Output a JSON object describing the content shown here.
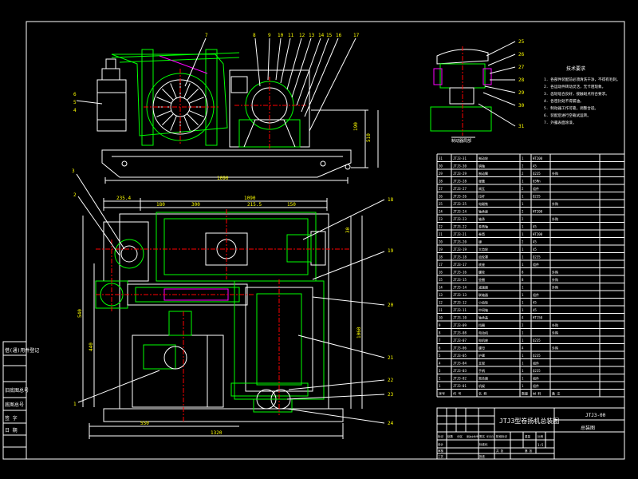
{
  "title_block": {
    "drawing_title": "JTJ3型卷扬机总装图",
    "drawing_number": "JTJ3-00",
    "sheet_name": "总装图",
    "scale": "1:5"
  },
  "left_margin_labels": [
    "借(通)用件登记",
    "旧底图总号",
    "底图总号",
    "签 字",
    "日 期"
  ],
  "tech_requirements": {
    "heading": "技术要求",
    "items": [
      "1. 各部件装配前必须清洗干净，不得有毛刺。",
      "2. 各运动件转动灵活，无卡阻现象。",
      "3. 齿轮啮合良好，接触斑点符合要求。",
      "4. 各密封处不得漏油。",
      "5. 制动器工作可靠，调整合适。",
      "6. 装配后进行空载试运转。",
      "7. 外露表面涂漆。"
    ]
  },
  "view_labels": {
    "detail_view": "制动器局部"
  },
  "balloons": {
    "front": [
      "7",
      "8",
      "9",
      "10",
      "11",
      "12",
      "13",
      "14",
      "15",
      "16",
      "17"
    ],
    "left_front": [
      "6",
      "5",
      "4"
    ],
    "detail": [
      "25",
      "26",
      "27",
      "28",
      "29",
      "30",
      "31"
    ],
    "plan_left": [
      "3",
      "2",
      "1"
    ],
    "plan_right": [
      "18",
      "19",
      "20",
      "21",
      "22",
      "23",
      "24"
    ]
  },
  "dimensions": {
    "front_length": "1090",
    "front_height": "510",
    "front_side": "190",
    "plan_top": [
      "235.4",
      "1090",
      "180",
      "300",
      "215.5",
      "150"
    ],
    "plan_bottom_left": "550",
    "plan_bottom_total": "1320",
    "plan_left": "540",
    "plan_left2": "440",
    "plan_right": "1060",
    "plan_small": "30"
  },
  "bom_rows": [
    {
      "no": "31",
      "code": "JTJ3-31",
      "name": "制动轮",
      "qty": "1",
      "mat": "HT200",
      "note": ""
    },
    {
      "no": "30",
      "code": "JTJ3-30",
      "name": "销轴",
      "qty": "2",
      "mat": "45",
      "note": ""
    },
    {
      "no": "29",
      "code": "JTJ3-29",
      "name": "制动臂",
      "qty": "2",
      "mat": "Q235",
      "note": "外购"
    },
    {
      "no": "28",
      "code": "JTJ3-28",
      "name": "弹簧",
      "qty": "1",
      "mat": "65Mn",
      "note": ""
    },
    {
      "no": "27",
      "code": "JTJ3-27",
      "name": "闸瓦",
      "qty": "2",
      "mat": "组件",
      "note": ""
    },
    {
      "no": "26",
      "code": "JTJ3-26",
      "name": "拉杆",
      "qty": "1",
      "mat": "Q235",
      "note": ""
    },
    {
      "no": "25",
      "code": "JTJ3-25",
      "name": "电磁铁",
      "qty": "1",
      "mat": "",
      "note": "外购"
    },
    {
      "no": "24",
      "code": "JTJ3-24",
      "name": "轴承座",
      "qty": "2",
      "mat": "HT200",
      "note": ""
    },
    {
      "no": "23",
      "code": "JTJ3-23",
      "name": "轴承",
      "qty": "2",
      "mat": "",
      "note": "外购"
    },
    {
      "no": "22",
      "code": "JTJ3-22",
      "name": "卷筒轴",
      "qty": "1",
      "mat": "45",
      "note": ""
    },
    {
      "no": "21",
      "code": "JTJ3-21",
      "name": "卷筒",
      "qty": "1",
      "mat": "HT200",
      "note": ""
    },
    {
      "no": "20",
      "code": "JTJ3-20",
      "name": "键",
      "qty": "2",
      "mat": "45",
      "note": ""
    },
    {
      "no": "19",
      "code": "JTJ3-19",
      "name": "大齿轮",
      "qty": "1",
      "mat": "45",
      "note": ""
    },
    {
      "no": "18",
      "code": "JTJ3-18",
      "name": "齿轮罩",
      "qty": "1",
      "mat": "Q235",
      "note": ""
    },
    {
      "no": "17",
      "code": "JTJ3-17",
      "name": "底座",
      "qty": "1",
      "mat": "组件",
      "note": ""
    },
    {
      "no": "16",
      "code": "JTJ3-16",
      "name": "螺栓",
      "qty": "8",
      "mat": "",
      "note": "外购"
    },
    {
      "no": "15",
      "code": "JTJ3-15",
      "name": "垫圈",
      "qty": "8",
      "mat": "",
      "note": "外购"
    },
    {
      "no": "14",
      "code": "JTJ3-14",
      "name": "减速器",
      "qty": "1",
      "mat": "",
      "note": "外购"
    },
    {
      "no": "13",
      "code": "JTJ3-13",
      "name": "联轴器",
      "qty": "1",
      "mat": "组件",
      "note": ""
    },
    {
      "no": "12",
      "code": "JTJ3-12",
      "name": "小齿轮",
      "qty": "1",
      "mat": "45",
      "note": ""
    },
    {
      "no": "11",
      "code": "JTJ3-11",
      "name": "中间轴",
      "qty": "1",
      "mat": "45",
      "note": ""
    },
    {
      "no": "10",
      "code": "JTJ3-10",
      "name": "轴承盖",
      "qty": "4",
      "mat": "HT150",
      "note": ""
    },
    {
      "no": "9",
      "code": "JTJ3-09",
      "name": "挡圈",
      "qty": "2",
      "mat": "",
      "note": "外购"
    },
    {
      "no": "8",
      "code": "JTJ3-08",
      "name": "电动机",
      "qty": "1",
      "mat": "",
      "note": "外购"
    },
    {
      "no": "7",
      "code": "JTJ3-07",
      "name": "电机座",
      "qty": "1",
      "mat": "Q235",
      "note": ""
    },
    {
      "no": "6",
      "code": "JTJ3-06",
      "name": "螺母",
      "qty": "4",
      "mat": "",
      "note": "外购"
    },
    {
      "no": "5",
      "code": "JTJ3-05",
      "name": "护罩",
      "qty": "1",
      "mat": "Q235",
      "note": ""
    },
    {
      "no": "4",
      "code": "JTJ3-04",
      "name": "支架",
      "qty": "1",
      "mat": "组件",
      "note": ""
    },
    {
      "no": "3",
      "code": "JTJ3-03",
      "name": "手柄",
      "qty": "1",
      "mat": "Q235",
      "note": ""
    },
    {
      "no": "2",
      "code": "JTJ3-02",
      "name": "离合器",
      "qty": "1",
      "mat": "组件",
      "note": ""
    },
    {
      "no": "1",
      "code": "JTJ3-01",
      "name": "机架",
      "qty": "1",
      "mat": "组件",
      "note": ""
    }
  ],
  "bom_header": {
    "no": "序号",
    "code": "代 号",
    "name": "名 称",
    "qty": "数量",
    "mat": "材 料",
    "note": "备 注"
  },
  "title_cells": [
    "标记",
    "处数",
    "分区",
    "更改文件号",
    "签名",
    "年月日",
    "设计",
    "标准化",
    "审核",
    "工艺",
    "批准",
    "阶段标记",
    "重量",
    "比例",
    "共 张",
    "第 张"
  ]
}
